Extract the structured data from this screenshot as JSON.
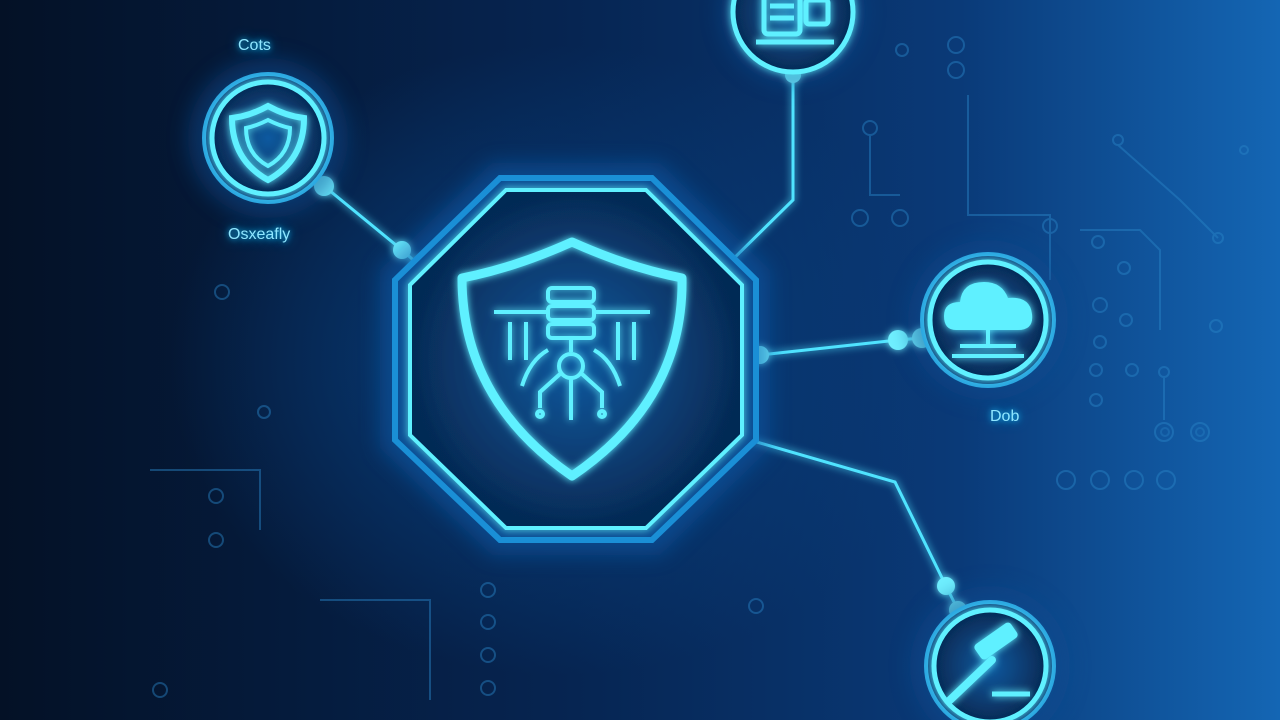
{
  "labels": {
    "top_left_title": "Cots",
    "top_left_caption": "Osxeafly",
    "right_caption": "Dob"
  },
  "icons": {
    "central": "shield-network-icon",
    "top_left": "shield-icon",
    "top": "server-icon",
    "right": "cloud-icon",
    "bottom_right": "gavel-icon"
  },
  "colors": {
    "glow": "#3fe0ff",
    "line": "#4fe3ff",
    "background_dark": "#04152d",
    "background_light": "#1466b4"
  }
}
